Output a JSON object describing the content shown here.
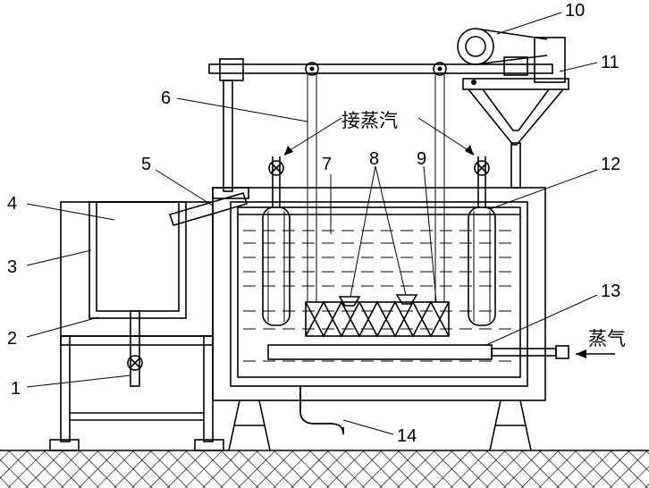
{
  "labels": {
    "n1": "1",
    "n2": "2",
    "n3": "3",
    "n4": "4",
    "n5": "5",
    "n6": "6",
    "n7": "7",
    "n8": "8",
    "n9": "9",
    "n10": "10",
    "n11": "11",
    "n12": "12",
    "n13": "13",
    "n14": "14"
  },
  "annotations": {
    "steam_connection": "接蒸汽",
    "steam": "蒸气"
  },
  "colors": {
    "line": "#000000",
    "background": "#ffffff"
  }
}
